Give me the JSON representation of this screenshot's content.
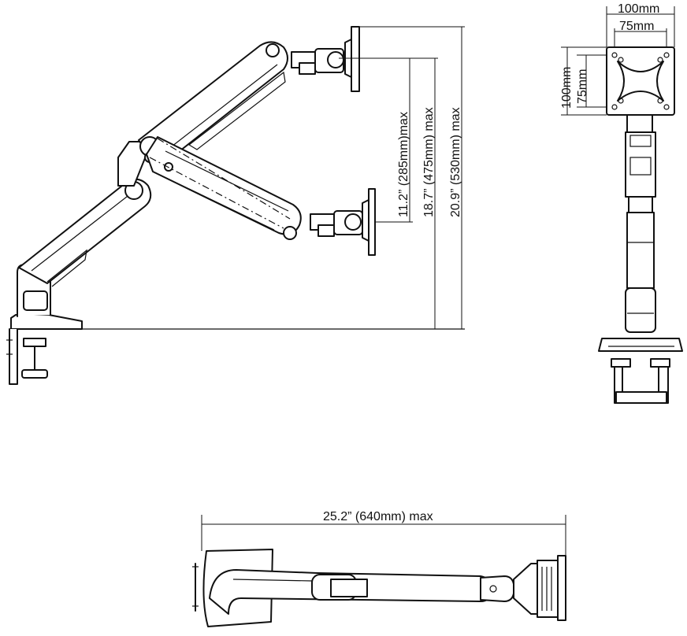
{
  "dimensions": {
    "vesa_width_outer": "100mm",
    "vesa_width_inner": "75mm",
    "vesa_height_outer": "100mm",
    "vesa_height_inner": "75mm",
    "height_low": "11.2” (285mm)max",
    "height_mid": "18.7” (475mm) max",
    "height_high": "20.9” (530mm) max",
    "reach": "25.2” (640mm) max"
  }
}
